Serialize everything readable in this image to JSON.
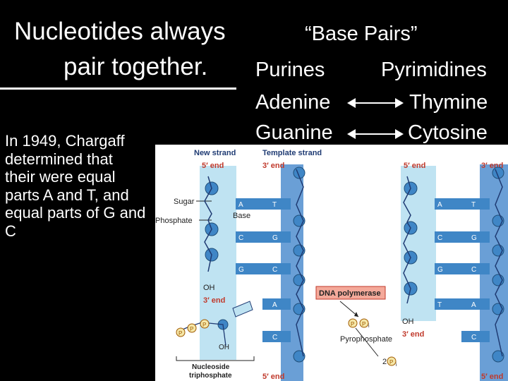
{
  "title": {
    "line1": "Nucleotides always",
    "line2": "pair together."
  },
  "base_pairs": {
    "heading": "“Base Pairs”",
    "purines_label": "Purines",
    "pyrimidines_label": "Pyrimidines",
    "rows": [
      {
        "purine": "Adenine",
        "pyrimidine": "Thymine"
      },
      {
        "purine": "Guanine",
        "pyrimidine": "Cytosine"
      }
    ]
  },
  "body_text": "In 1949, Chargaff determined that their were equal parts A and T, and equal parts of G and C",
  "diagram": {
    "new_strand": "New strand",
    "template_strand": "Template strand",
    "five_end": "5′ end",
    "three_end": "3′ end",
    "sugar": "Sugar",
    "phosphate": "Phosphate",
    "base": "Base",
    "oh": "OH",
    "p": "P",
    "pi": "i",
    "two": "2",
    "dna_polymerase": "DNA polymerase",
    "pyrophosphate": "Pyrophosphate",
    "nucleoside_line1": "Nucleoside",
    "nucleoside_line2": "triphosphate",
    "left_pairs": [
      [
        "A",
        "T"
      ],
      [
        "C",
        "G"
      ],
      [
        "G",
        "C"
      ],
      [
        "",
        "A"
      ],
      [
        "",
        "C"
      ]
    ],
    "right_pairs": [
      [
        "A",
        "T"
      ],
      [
        "C",
        "G"
      ],
      [
        "G",
        "C"
      ],
      [
        "T",
        "A"
      ],
      [
        "",
        "C"
      ]
    ],
    "colors": {
      "strand_light": "#bfe3f2",
      "strand_blue": "#6a9fd6",
      "nucleotide": "#3f86c6",
      "polymerase": "#f4a99a",
      "p_circle": "#f5e7a8"
    }
  }
}
